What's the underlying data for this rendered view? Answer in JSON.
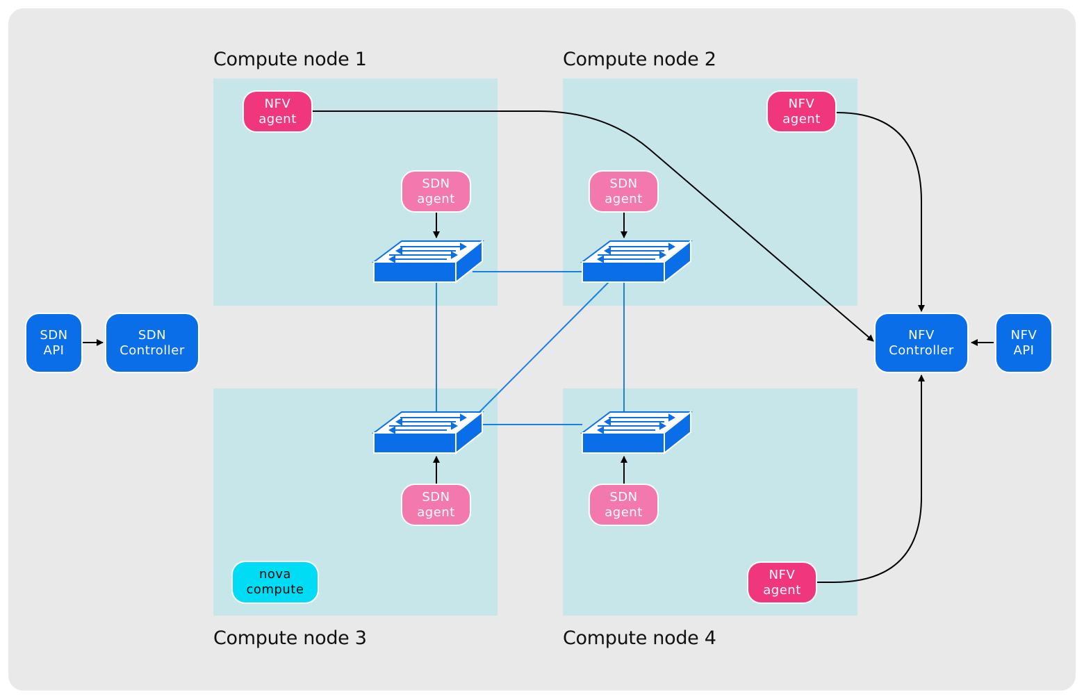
{
  "nodes": {
    "node1": {
      "title": "Compute node 1"
    },
    "node2": {
      "title": "Compute node 2"
    },
    "node3": {
      "title": "Compute node 3"
    },
    "node4": {
      "title": "Compute node 4"
    }
  },
  "boxes": {
    "nfv_agent_1": "NFV\nagent",
    "nfv_agent_2": "NFV\nagent",
    "nfv_agent_4": "NFV\nagent",
    "sdn_agent_1": "SDN\nagent",
    "sdn_agent_2": "SDN\nagent",
    "sdn_agent_3": "SDN\nagent",
    "sdn_agent_4": "SDN\nagent",
    "sdn_api": "SDN\nAPI",
    "sdn_controller": "SDN\nController",
    "nfv_controller": "NFV\nController",
    "nfv_api": "NFV\nAPI",
    "nova_compute": "nova\ncompute"
  },
  "colors": {
    "background": "#e9e9ea",
    "node_area": "#c6e6ea",
    "nfv_agent": "#f0367c",
    "sdn_agent": "#f378ad",
    "blue_box": "#0a6ee8",
    "nova": "#00dcf3",
    "link_line": "#1a7fe0",
    "arrow": "#000000"
  },
  "icons": {
    "switch": "network-switch-icon"
  }
}
